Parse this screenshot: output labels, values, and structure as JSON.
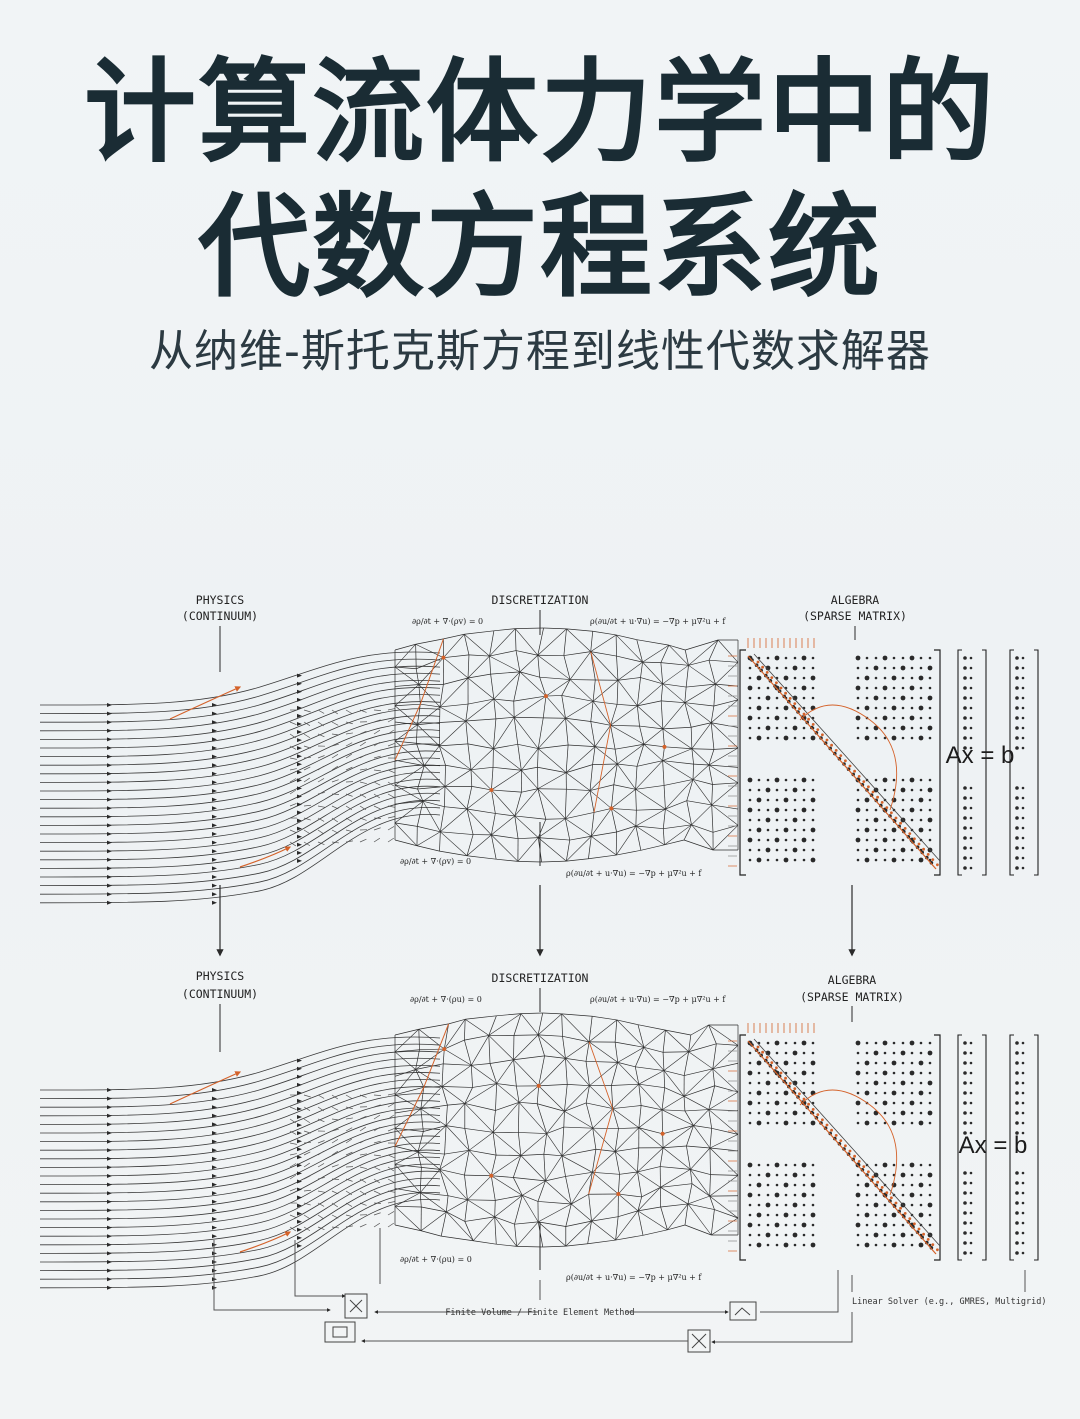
{
  "title": {
    "line1": "计算流体力学中的",
    "line2": "代数方程系统"
  },
  "subtitle": "从纳维-斯托克斯方程到线性代数求解器",
  "panels": [
    {
      "physics_label_1": "PHYSICS",
      "physics_label_2": "(CONTINUUM)",
      "discretization_label": "DISCRETIZATION",
      "algebra_label_1": "ALGEBRA",
      "algebra_label_2": "(SPARSE MATRIX)",
      "eq_continuity_top": "∂ρ/∂t + ∇·(ρv) = 0",
      "eq_momentum_top": "ρ(∂u/∂t + u·∇u) = −∇p + μ∇²u + f",
      "eq_continuity_bottom": "∂ρ/∂t + ∇·(ρv) = 0",
      "eq_momentum_bottom": "ρ(∂u/∂t + u·∇u) = −∇p + μ∇²u + f",
      "system_label": "Ax = b"
    },
    {
      "physics_label_1": "PHYSICS",
      "physics_label_2": "(CONTINUUM)",
      "discretization_label": "DISCRETIZATION",
      "algebra_label_1": "ALGEBRA",
      "algebra_label_2": "(SPARSE MATRIX)",
      "eq_continuity_top": "∂ρ/∂t + ∇·(ρu) = 0",
      "eq_momentum_top": "ρ(∂u/∂t + u·∇u) = −∇p + μ∇²u + f",
      "eq_continuity_bottom": "∂ρ/∂t + ∇·(ρu) = 0",
      "eq_momentum_bottom": "ρ(∂u/∂t + u·∇u) = −∇p + μ∇²u + f",
      "system_label": "Ax = b"
    }
  ],
  "footer": {
    "method_label": "Finite Volume / Finite Element Method",
    "solver_label": "Linear Solver (e.g., GMRES, Multigrid)"
  },
  "colors": {
    "ink": "#1f2e36",
    "accent": "#d4622a",
    "line": "#2a2a2a"
  }
}
